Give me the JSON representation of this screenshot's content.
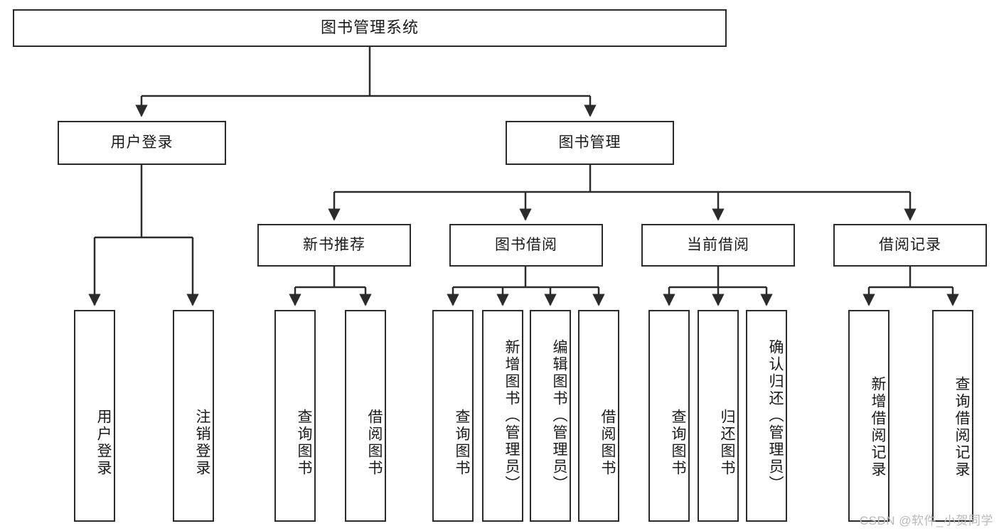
{
  "diagram": {
    "type": "tree",
    "title": "图书管理系统",
    "watermark": "CSDN @软件_小贺同学",
    "colors": {
      "box_border": "#2b2b2b",
      "box_fill": "#ffffff",
      "connector": "#2b2b2b",
      "text": "#1a1a1a",
      "watermark": "#b9b9b9"
    },
    "nodes": {
      "root": {
        "label": "图书管理系统",
        "level": 1,
        "orientation": "horizontal"
      },
      "level2": [
        {
          "id": "user-login",
          "label": "用户登录",
          "orientation": "horizontal"
        },
        {
          "id": "book-management",
          "label": "图书管理",
          "orientation": "horizontal"
        }
      ],
      "level3": [
        {
          "id": "new-book-recommend",
          "label": "新书推荐",
          "orientation": "horizontal"
        },
        {
          "id": "book-borrow",
          "label": "图书借阅",
          "orientation": "horizontal"
        },
        {
          "id": "current-borrow",
          "label": "当前借阅",
          "orientation": "horizontal"
        },
        {
          "id": "borrow-record",
          "label": "借阅记录",
          "orientation": "horizontal"
        }
      ],
      "leaves": [
        {
          "id": "leaf-user-login",
          "label": "用户登录",
          "parent": "user-login",
          "orientation": "vertical"
        },
        {
          "id": "leaf-logout-login",
          "label": "注销登录",
          "parent": "user-login",
          "orientation": "vertical"
        },
        {
          "id": "leaf-query-book-1",
          "label": "查询图书",
          "parent": "new-book-recommend",
          "orientation": "vertical"
        },
        {
          "id": "leaf-borrow-book-1",
          "label": "借阅图书",
          "parent": "new-book-recommend",
          "orientation": "vertical"
        },
        {
          "id": "leaf-query-book-2",
          "label": "查询图书",
          "parent": "book-borrow",
          "orientation": "vertical"
        },
        {
          "id": "leaf-add-book",
          "label": "新增图书（管理员）",
          "parent": "book-borrow",
          "orientation": "vertical"
        },
        {
          "id": "leaf-edit-book",
          "label": "编辑图书（管理员）",
          "parent": "book-borrow",
          "orientation": "vertical"
        },
        {
          "id": "leaf-borrow-book-2",
          "label": "借阅图书",
          "parent": "book-borrow",
          "orientation": "vertical"
        },
        {
          "id": "leaf-query-book-3",
          "label": "查询图书",
          "parent": "current-borrow",
          "orientation": "vertical"
        },
        {
          "id": "leaf-return-book",
          "label": "归还图书",
          "parent": "current-borrow",
          "orientation": "vertical"
        },
        {
          "id": "leaf-confirm-return",
          "label": "确认归还（管理员）",
          "parent": "current-borrow",
          "orientation": "vertical"
        },
        {
          "id": "leaf-add-record",
          "label": "新增借阅记录",
          "parent": "borrow-record",
          "orientation": "vertical"
        },
        {
          "id": "leaf-query-record",
          "label": "查询借阅记录",
          "parent": "borrow-record",
          "orientation": "vertical"
        }
      ]
    }
  }
}
